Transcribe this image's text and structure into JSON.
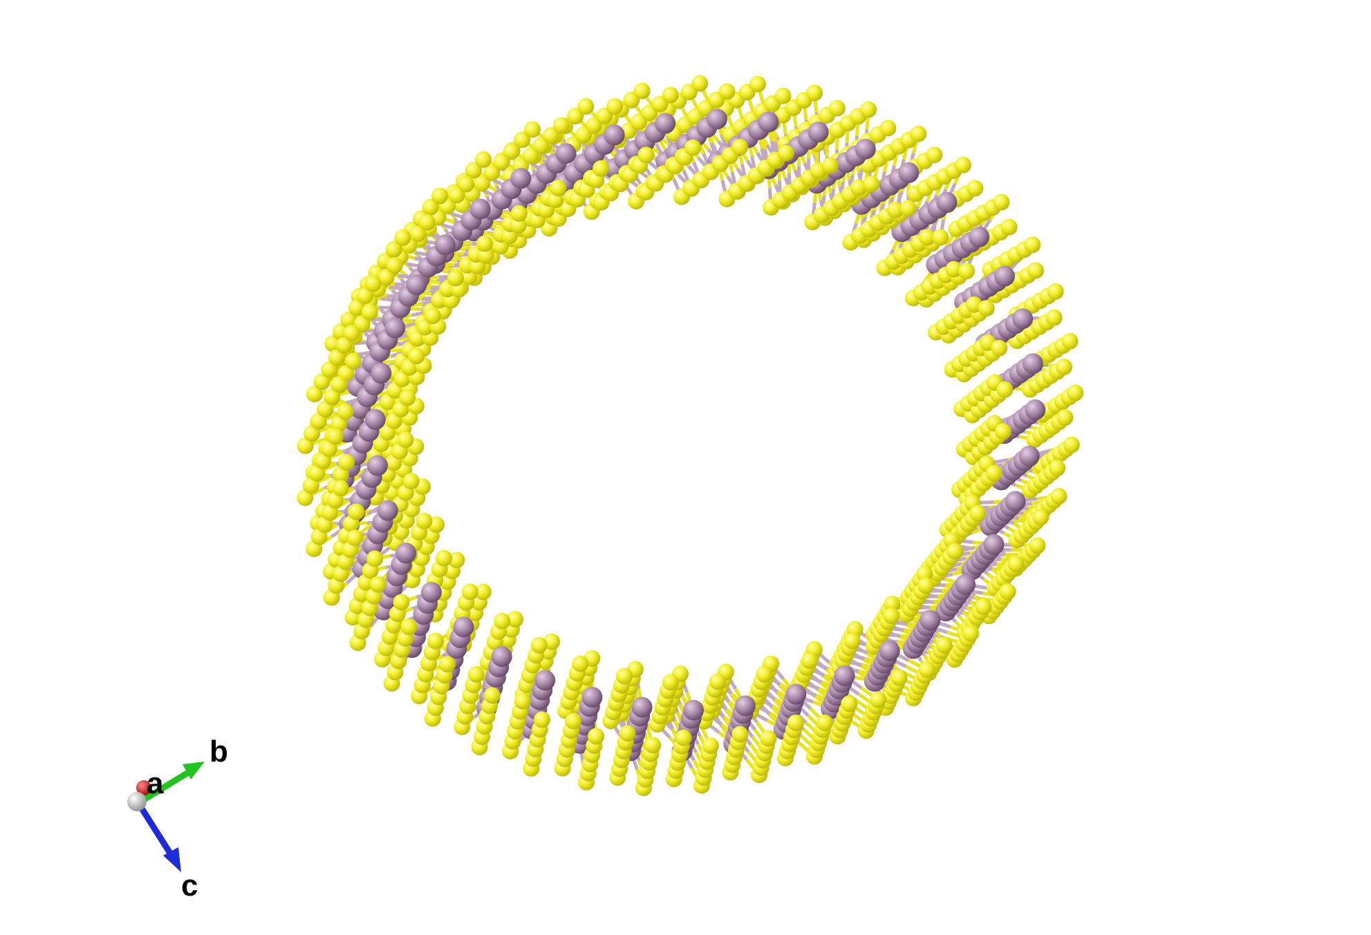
{
  "scene": {
    "background": "#ffffff",
    "atoms": {
      "sulfur": {
        "color": "#f2ee2a",
        "highlight": "#ffffa8",
        "shadow": "#b5b000"
      },
      "metal": {
        "color": "#a98aa9",
        "highlight": "#e4cfe4",
        "shadow": "#5e3f60"
      }
    },
    "bond_colors": {
      "sulfur_side": "#e9e31f",
      "metal_side": "#c3a8c3"
    }
  },
  "axes": {
    "a": {
      "label": "a",
      "color": "#e41b1b"
    },
    "b": {
      "label": "b",
      "color": "#21c321"
    },
    "c": {
      "label": "c",
      "color": "#1c2cd6"
    },
    "origin_color": "#c8c8c8"
  }
}
